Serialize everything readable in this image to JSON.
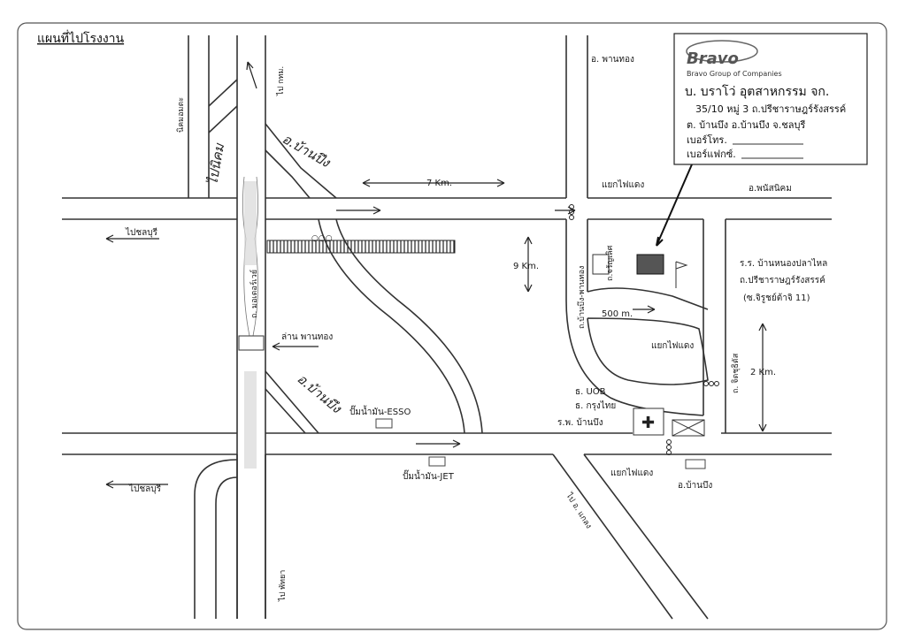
{
  "title": "แผนที่ไปโรงงาน",
  "company": {
    "brand": "Bravo",
    "group": "Bravo Group of Companies",
    "name": "บ. บราโว่ อุตสาหกรรม จก.",
    "address1": "35/10 หมู่ 3 ถ.ปรีชาราษฎร์รังสรรค์",
    "address2": "ต. บ้านบึง อ.บ้านบึง จ.ชลบุรี",
    "phone_label": "เบอร์โทร.",
    "fax_label": "เบอร์แฟกซ์."
  },
  "labels": {
    "nikom": "นิคมอมตะ",
    "to_krom": "ไป กทม.",
    "phanthong_top": "อ. พานทอง",
    "phanatnikhom": "อ.พนัสนิคม",
    "to_chonburi_1": "ไปชลบุรี",
    "to_chonburi_2": "ไปชลบุรี",
    "motorway": "ถ. มอเตอร์เวย์",
    "phanthong_lane": "ล่าน พานทอง",
    "esso": "ปั๊มน้ำมัน-ESSO",
    "jet": "ปั๊มน้ำมัน-JET",
    "to_pattaya": "ไป พัทยา",
    "to_klaeng": "ไป อ. แกลง",
    "banbueng_phanthong_rd": "ถ.บ้านบึง-พานทอง",
    "jarungrat_rd": "ถ.จรัญเลิศ",
    "jitbuntat_rd": "ถ. จิตชุธิตัส",
    "school": "ร.ร. บ้านหนองปลาไหล",
    "preecha_rd": "ถ.ปรีชาราษฎร์รังสรรค์",
    "soi": "(ซ.จิรูชย์ต้าจิ 11)",
    "traffic_light_1": "แยกไฟแดง",
    "traffic_light_2": "แยกไฟแดง",
    "traffic_light_3": "แยกไฟแดง",
    "uob": "ธ. UOB",
    "krungthai": "ธ. กรุงไทย",
    "hospital": "ร.พ. บ้านบึง",
    "banbueng": "อ.บ้านบึง"
  },
  "distances": {
    "km7": "7 Km.",
    "km9": "9 Km.",
    "km2": "2 Km.",
    "m500": "500 m."
  },
  "handwritten": {
    "left_note": "ไปนิคม",
    "ban_rang": "อ.บ้านปึง",
    "banbueng_note": "อ.บ้านบึง"
  }
}
